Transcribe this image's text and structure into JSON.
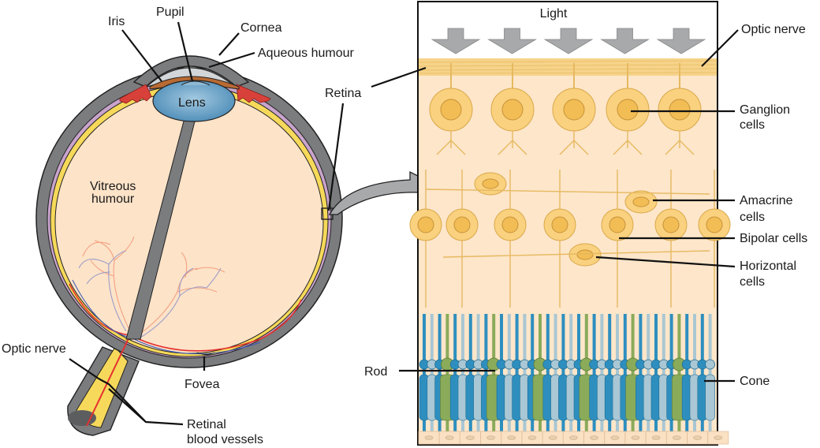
{
  "eye": {
    "labels": {
      "iris": "Iris",
      "pupil": "Pupil",
      "cornea": "Cornea",
      "aqueous_humour": "Aqueous humour",
      "lens": "Lens",
      "retina": "Retina",
      "vitreous_humour_line1": "Vitreous",
      "vitreous_humour_line2": "humour",
      "optic_nerve": "Optic nerve",
      "fovea": "Fovea",
      "retinal_vessels_line1": "Retinal",
      "retinal_vessels_line2": "blood vessels"
    }
  },
  "retina_detail": {
    "light": "Light",
    "light_arrow_count": 5,
    "labels": {
      "optic_nerve": "Optic nerve",
      "ganglion_line1": "Ganglion",
      "ganglion_line2": "cells",
      "amacrine_line1": "Amacrine",
      "amacrine_line2": "cells",
      "bipolar": "Bipolar cells",
      "horizontal_line1": "Horizontal",
      "horizontal_line2": "cells",
      "rod": "Rod",
      "cone": "Cone"
    }
  },
  "colors": {
    "sclera": "#7a7c7e",
    "vitreous": "#fde3c8",
    "lens": "#5d9dc4",
    "iris": "#b86a33",
    "ciliary": "#d8413a",
    "retina_yellow": "#f6d95a",
    "choroid": "#c9a4cc",
    "cell": "#fad17e",
    "cone_blue": "#2e8fbf",
    "rod_green": "#8aab5a",
    "arrow_gray": "#a7a9ab"
  }
}
